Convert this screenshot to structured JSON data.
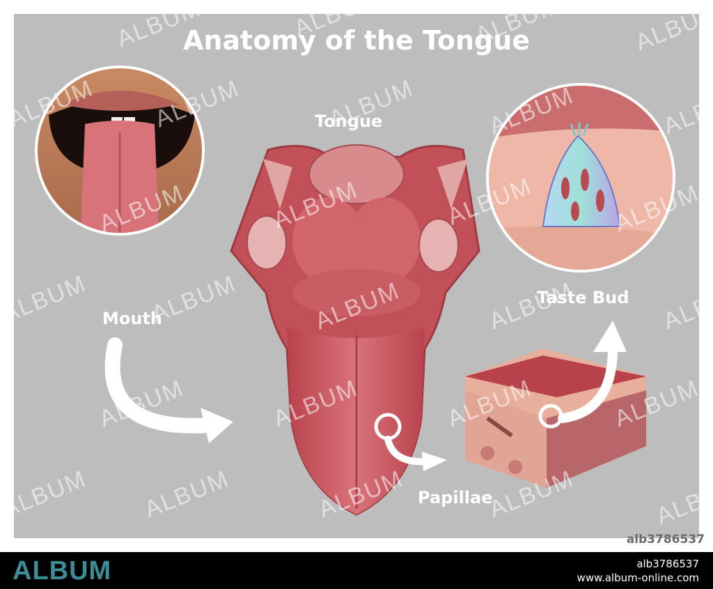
{
  "diagram": {
    "title": "Anatomy of the Tongue",
    "labels": {
      "mouth": "Mouth",
      "tongue": "Tongue",
      "taste_bud": "Taste Bud",
      "papillae": "Papillae"
    }
  },
  "watermark": {
    "text": "ALBUM"
  },
  "image_id": "alb3786537",
  "footer": {
    "logo": "ALBUM",
    "id": "alb3786537",
    "url": "www.album-online.com"
  },
  "colors": {
    "panel": "#bdbdbd",
    "tongue": "#c9535a",
    "footer": "#000000",
    "logo": "#3c8d98"
  }
}
